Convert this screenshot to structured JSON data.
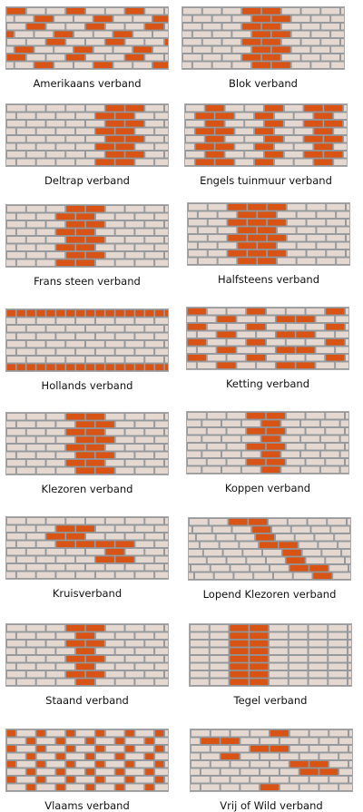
{
  "colors": {
    "brick_fill": "#e4d8d1",
    "mortar": "#8c9196",
    "accent_brick": "#d95414"
  },
  "bonds": [
    {
      "id": "amerikaans",
      "caption": "Amerikaans verband"
    },
    {
      "id": "blok",
      "caption": "Blok verband"
    },
    {
      "id": "deltrap",
      "caption": "Deltrap verband"
    },
    {
      "id": "engels-tuinmuur",
      "caption": "Engels tuinmuur verband"
    },
    {
      "id": "frans-steen",
      "caption": "Frans steen verband"
    },
    {
      "id": "halfsteens",
      "caption": "Halfsteens verband"
    },
    {
      "id": "hollands",
      "caption": "Hollands verband"
    },
    {
      "id": "ketting",
      "caption": "Ketting verband"
    },
    {
      "id": "klezoren",
      "caption": "Klezoren verband"
    },
    {
      "id": "koppen",
      "caption": "Koppen verband"
    },
    {
      "id": "kruis",
      "caption": "Kruisverband"
    },
    {
      "id": "lopend-klezoren",
      "caption": "Lopend Klezoren verband"
    },
    {
      "id": "staand",
      "caption": "Staand verband"
    },
    {
      "id": "tegel",
      "caption": "Tegel verband"
    },
    {
      "id": "vlaams",
      "caption": "Vlaams verband"
    },
    {
      "id": "vrij-of-wild",
      "caption": "Vrij of Wild verband"
    }
  ]
}
